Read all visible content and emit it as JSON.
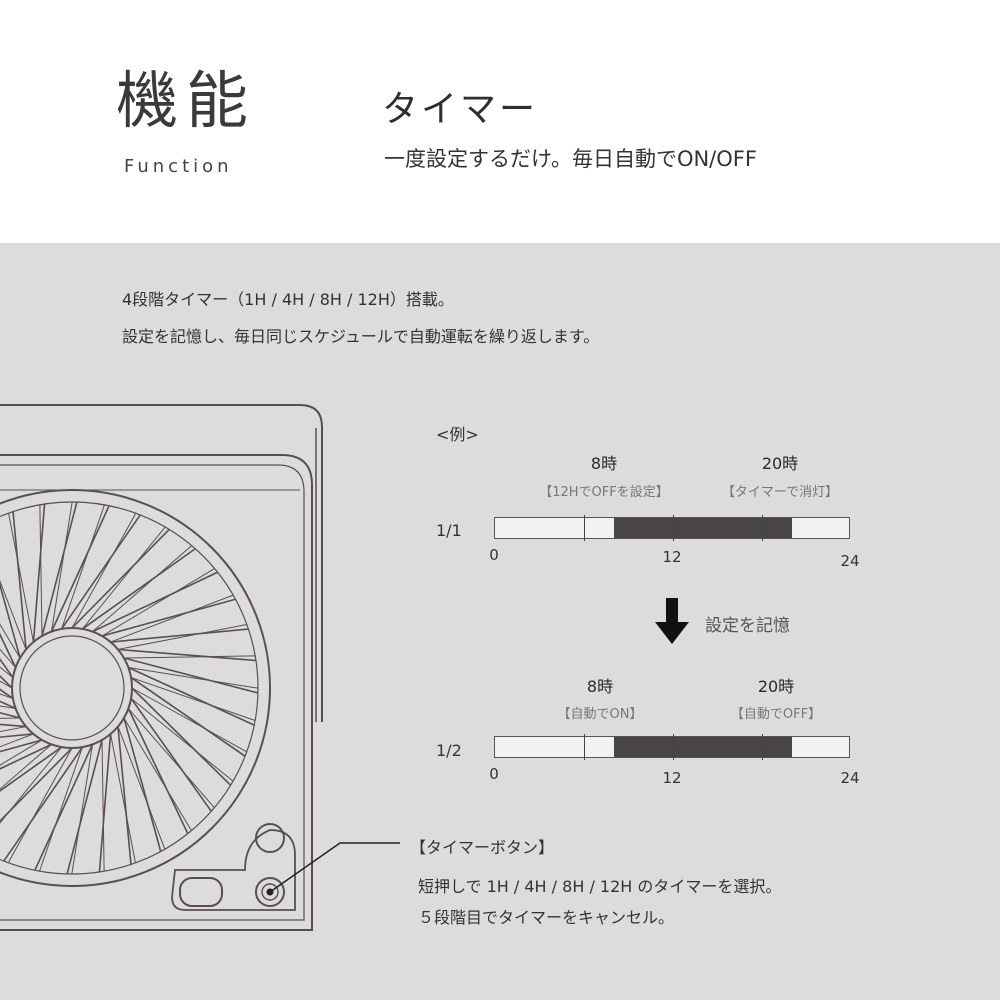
{
  "header": {
    "section_title": "機能",
    "section_subtitle": "Function",
    "feature_title": "タイマー",
    "feature_desc": "一度設定するだけ。毎日自動でON/OFF"
  },
  "intro": {
    "line1": "4段階タイマー（1H / 4H / 8H / 12H）搭載。",
    "line2": "設定を記憶し、毎日同じスケジュールで自動運転を繰り返します。"
  },
  "example": {
    "label": "<例>",
    "memo_label": "設定を記憶",
    "rows": [
      {
        "label": "1/1",
        "start_hour": "8時",
        "start_note": "【12HでOFFを設定】",
        "end_hour": "20時",
        "end_note": "【タイマーで消灯】",
        "on_from": 8,
        "on_to": 20
      },
      {
        "label": "1/2",
        "start_hour": "8時",
        "start_note": "【自動でON】",
        "end_hour": "20時",
        "end_note": "【自動でOFF】",
        "on_from": 8,
        "on_to": 20
      }
    ],
    "axis_max": 24,
    "ticks": [
      "0",
      "12",
      "24"
    ]
  },
  "timer_button": {
    "title": "【タイマーボタン】",
    "desc1": "短押しで 1H / 4H / 8H / 12H のタイマーを選択。",
    "desc2": "５段階目でタイマーをキャンセル。"
  },
  "colors": {
    "panel_bg": "#dcdcdc",
    "bar_fill": "#4a4545",
    "device_stroke": "#5a4f4f"
  }
}
